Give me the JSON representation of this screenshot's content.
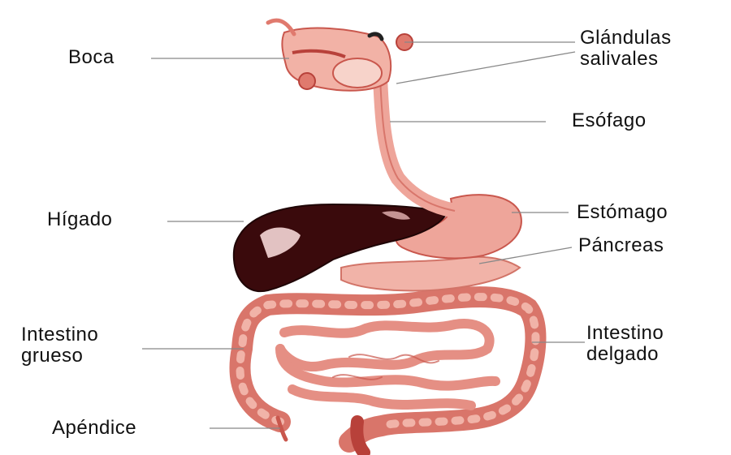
{
  "labels": {
    "boca": "Boca",
    "glandulas_line1": "Glándulas",
    "glandulas_line2": "salivales",
    "esofago": "Esófago",
    "higado": "Hígado",
    "estomago": "Estómago",
    "pancreas": "Páncreas",
    "intestino_grueso_line1": "Intestino",
    "intestino_grueso_line2": "grueso",
    "intestino_delgado_line1": "Intestino",
    "intestino_delgado_line2": "delgado",
    "apendice": "Apéndice"
  },
  "colors": {
    "background": "#ffffff",
    "leader_line": "#888888",
    "liver": "#3a0a0c",
    "organ_light": "#f3b6ad",
    "organ_mid": "#e07a6e",
    "organ_dark": "#b8413a"
  }
}
